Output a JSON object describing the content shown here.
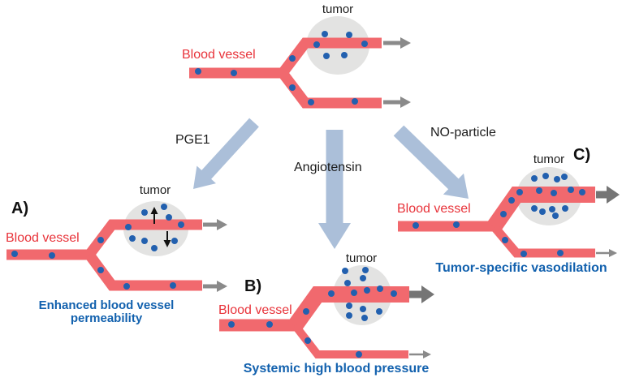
{
  "colors": {
    "vessel": "#f1696e",
    "particle": "#2260af",
    "tumor": "#e3e3e2",
    "flow_arrow": "#8a8a8a",
    "flow_arrow_strong": "#757575",
    "treatment_arrow": "#abbfd9",
    "vessel_label_red": "#e8333a",
    "caption_blue": "#1261ae",
    "text_black": "#1c1c1c"
  },
  "top_diagram": {
    "tumor_label": "tumor",
    "vessel_label": "Blood vessel"
  },
  "treatments": {
    "pge1": "PGE1",
    "angiotensin": "Angiotensin",
    "no_particle": "NO-particle"
  },
  "panel_a": {
    "id_label": "A)",
    "tumor_label": "tumor",
    "vessel_label": "Blood vessel",
    "caption": "Enhanced blood vessel permeability"
  },
  "panel_b": {
    "id_label": "B)",
    "tumor_label": "tumor",
    "vessel_label": "Blood vessel",
    "caption": "Systemic high blood pressure"
  },
  "panel_c": {
    "id_label": "C)",
    "tumor_label": "tumor",
    "vessel_label": "Blood vessel",
    "caption": "Tumor-specific vasodilation"
  }
}
